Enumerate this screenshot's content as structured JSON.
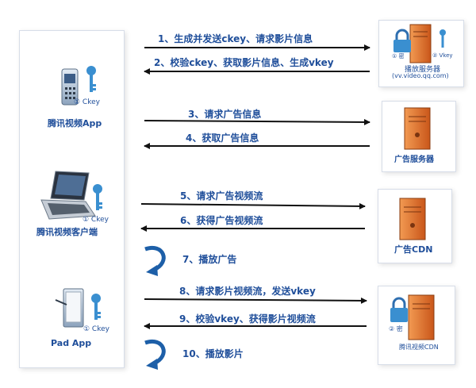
{
  "clients": {
    "app": {
      "label": "腾讯视频App",
      "key_label": "① Ckey"
    },
    "pc": {
      "label": "腾讯视频客户端",
      "key_label": "① Ckey"
    },
    "pad": {
      "label": "Pad App",
      "key_label": "① Ckey"
    }
  },
  "servers": {
    "play": {
      "label": "播放服务器",
      "sublabel": "(vv.video.qq.com)",
      "key1_label": "① 密",
      "key2_label": "② Vkey"
    },
    "ad": {
      "label": "广告服务器"
    },
    "adcdn": {
      "label": "广告CDN"
    },
    "cdn": {
      "label": "腾讯视频CDN",
      "key_label": "② 密"
    }
  },
  "steps": [
    {
      "text": "1、生成并发送ckey、请求影片信息"
    },
    {
      "text": "2、校验ckey、获取影片信息、生成vkey"
    },
    {
      "text": "3、请求广告信息"
    },
    {
      "text": "4、获取广告信息"
    },
    {
      "text": "5、请求广告视频流"
    },
    {
      "text": "6、获得广告视频流"
    },
    {
      "text": "7、播放广告"
    },
    {
      "text": "8、请求影片视频流，发送vkey"
    },
    {
      "text": "9、校验vkey、获得影片视频流"
    },
    {
      "text": "10、播放影片"
    }
  ],
  "colors": {
    "text": "#1f4e9a",
    "key": "#3a8fd0",
    "server": "#e8712a",
    "arrow": "#111111"
  }
}
